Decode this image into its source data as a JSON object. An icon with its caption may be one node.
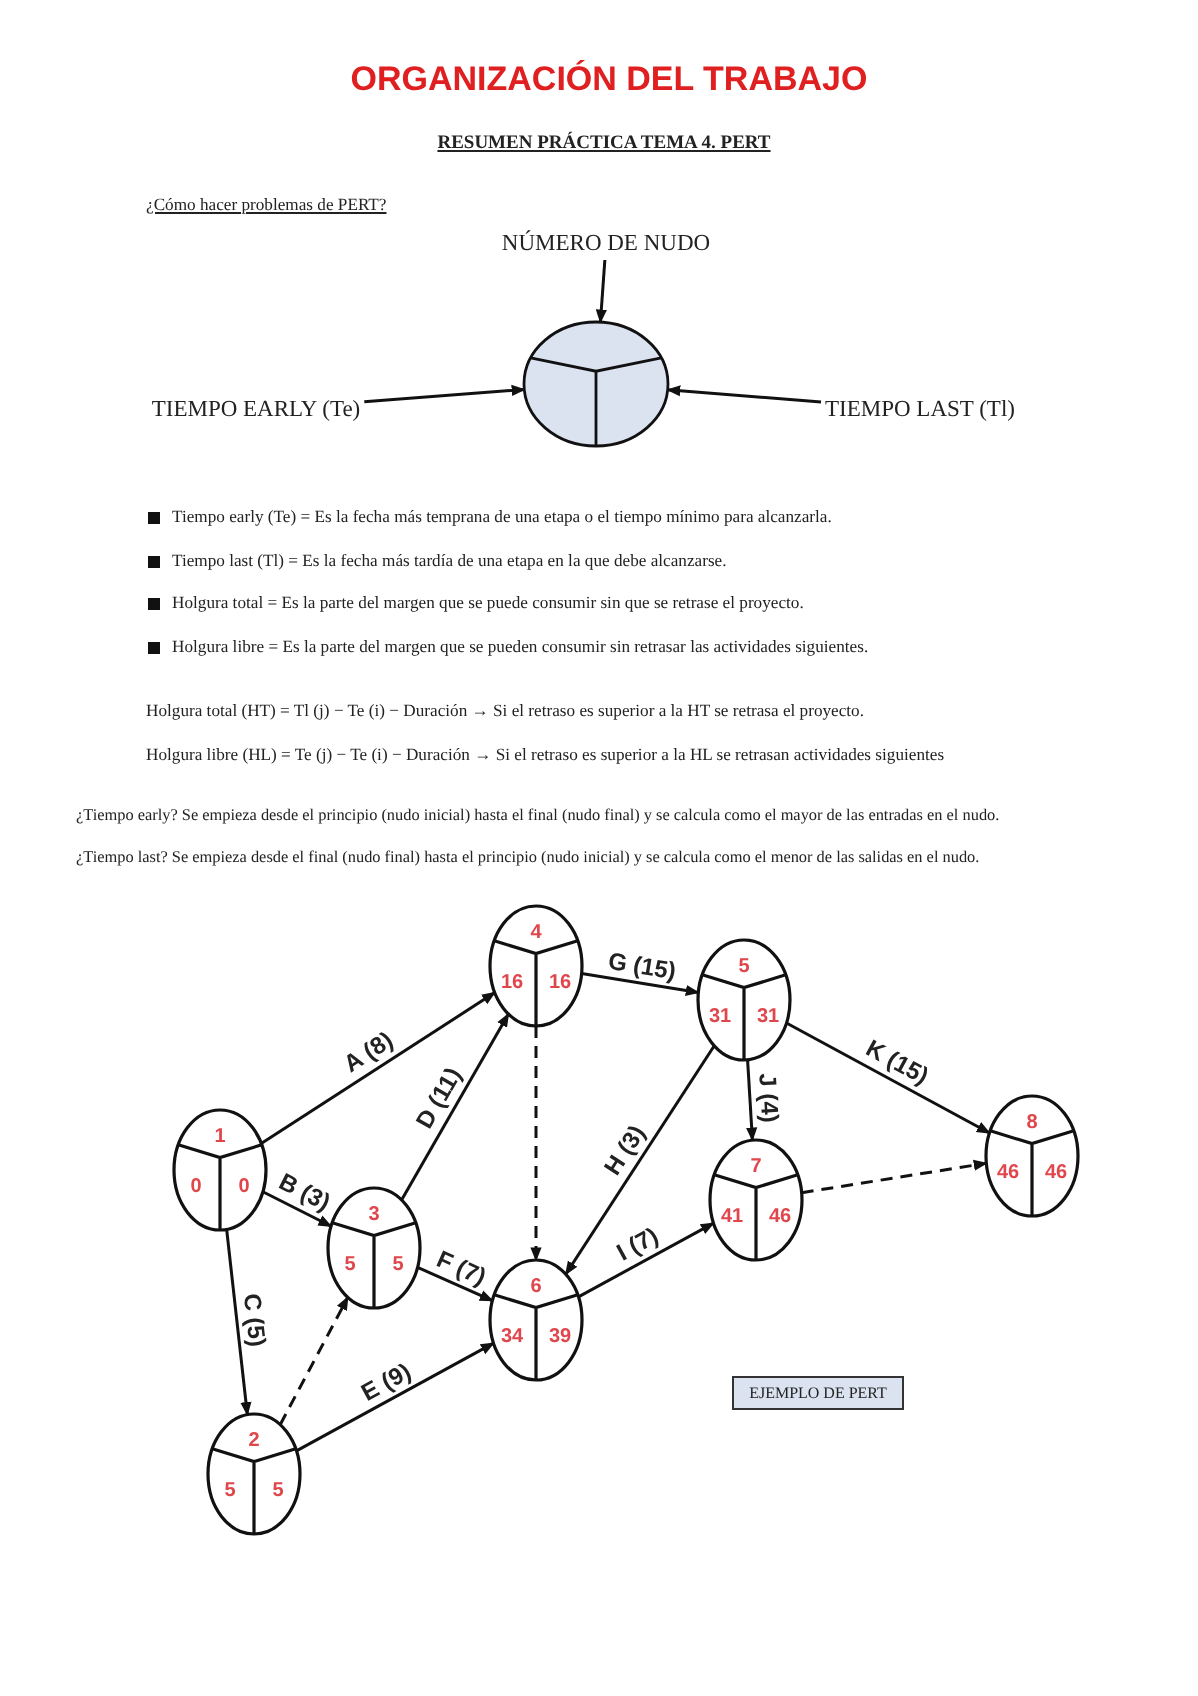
{
  "diagram": {
    "title": "ORGANIZACIÓN DEL TRABAJO",
    "nodes": [
      {
        "text": [
          "NÚMERO DE NUDO"
        ]
      },
      {
        "text": [
          "TIEMPO EARLY (Te)"
        ]
      },
      {
        "text": [
          "TIEMPO LAST (Tl)"
        ]
      },
      {
        "text": [],
        "shape": "circle"
      },
      {
        "text": [
          "1",
          "0",
          "0"
        ]
      },
      {
        "text": [
          "2",
          "5",
          "5"
        ]
      },
      {
        "text": [
          "3",
          "5",
          "5"
        ]
      },
      {
        "text": [
          "4",
          "16",
          "16"
        ]
      },
      {
        "text": [
          "5",
          "31",
          "31"
        ]
      },
      {
        "text": [
          "6",
          "34",
          "39"
        ]
      },
      {
        "text": [
          "7",
          "41",
          "46"
        ]
      },
      {
        "text": [
          "8",
          "46",
          "46"
        ]
      },
      {
        "text": [
          "EJEMPLO DE PERT"
        ]
      }
    ],
    "edges": [
      {
        "from": 0,
        "to": 3,
        "arrow": "to"
      },
      {
        "from": 1,
        "to": 3,
        "arrow": "to"
      },
      {
        "from": 2,
        "to": 3,
        "arrow": "to"
      },
      {
        "from": 4,
        "to": 7,
        "arrow": "to",
        "label": "A (8)"
      },
      {
        "from": 4,
        "to": 6,
        "arrow": "to",
        "label": "B (3)"
      },
      {
        "from": 4,
        "to": 5,
        "arrow": "to",
        "label": "C (5)"
      },
      {
        "from": 5,
        "to": 6,
        "arrow": "to",
        "style": "dashed"
      },
      {
        "from": 6,
        "to": 7,
        "arrow": "to",
        "label": "D (11)"
      },
      {
        "from": 6,
        "to": 9,
        "arrow": "to",
        "label": "F (7)"
      },
      {
        "from": 5,
        "to": 9,
        "arrow": "to",
        "label": "E (9)"
      },
      {
        "from": 7,
        "to": 9,
        "arrow": "to",
        "style": "dashed"
      },
      {
        "from": 7,
        "to": 8,
        "arrow": "to",
        "label": "G (15)"
      },
      {
        "from": 8,
        "to": 9,
        "arrow": "to",
        "label": "H (3)"
      },
      {
        "from": 9,
        "to": 10,
        "arrow": "to",
        "label": "I (7)"
      },
      {
        "from": 8,
        "to": 10,
        "arrow": "to",
        "label": "J (4)"
      },
      {
        "from": 8,
        "to": 11,
        "arrow": "to",
        "label": "K (15)"
      },
      {
        "from": 10,
        "to": 11,
        "arrow": "to",
        "style": "dashed"
      }
    ],
    "labels": [
      "RESUMEN PRÁCTICA TEMA 4. PERT",
      "¿Cómo hacer problemas de PERT?",
      "Tiempo early (Te) = Es la fecha más temprana de una etapa o el tiempo mínimo para alcanzarla.",
      "Tiempo last (Tl) = Es la fecha más tardía de una etapa en la que debe alcanzarse.",
      "Holgura total = Es la parte del margen que se puede consumir sin que se retrase el proyecto.",
      "Holgura libre = Es la parte del margen que se pueden consumir sin retrasar las actividades siguientes.",
      "Holgura total (HT) = Tl (j) − Te (i) − Duración → Si el retraso es superior a la HT se retrasa el proyecto.",
      "Holgura libre (HL) = Te (j) − Te (i) − Duración → Si el retraso es superior a la HL se retrasan actividades siguientes",
      "¿Tiempo early? Se empieza desde el principio (nudo inicial) hasta el final (nudo final) y se calcula como el mayor de las entradas en el nudo.",
      "¿Tiempo last? Se empieza desde el final (nudo final) hasta el principio (nudo inicial) y se calcula como el menor de las salidas en el nudo."
    ]
  }
}
